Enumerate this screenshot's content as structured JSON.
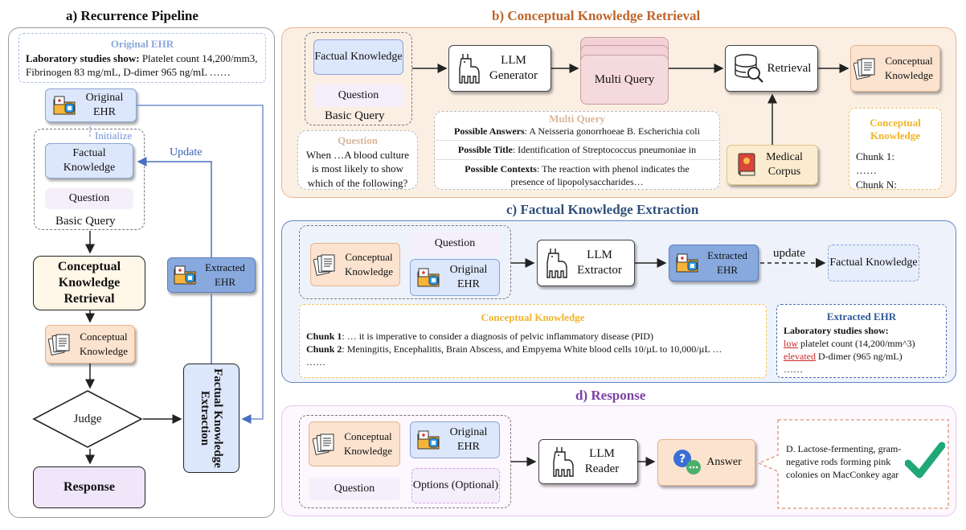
{
  "panel_a": {
    "title": "a) Recurrence Pipeline",
    "original_ehr_note_title": "Original EHR",
    "ehr_note_bold": "Laboratory studies show:",
    "ehr_note_line1": " Platelet count 14,200/mm3,",
    "ehr_note_line2": "Fibrinogen 83 mg/mL, D-dimer 965 ng/mL  ……",
    "original_ehr": "Original EHR",
    "initialize": "Initialize",
    "update": "Update",
    "factual_knowledge": "Factual Knowledge",
    "question": "Question",
    "basic_query": "Basic Query",
    "extracted_ehr": "Extracted EHR",
    "conceptual_knowledge_retrieval": "Conceptual Knowledge Retrieval",
    "conceptual_knowledge": "Conceptual Knowledge",
    "judge": "Judge",
    "factual_knowledge_extraction": "Factual Knowledge Extraction",
    "response": "Response"
  },
  "panel_b": {
    "title": "b) Conceptual Knowledge Retrieval",
    "factual_knowledge": "Factual Knowledge",
    "question": "Question",
    "basic_query": "Basic Query",
    "llm_generator": "LLM Generator",
    "multi_query": "Multi Query",
    "retrieval": "Retrieval",
    "conceptual_knowledge": "Conceptual Knowledge",
    "medical_corpus": "Medical Corpus",
    "question_note_title": "Question",
    "question_note_text": "When …A blood culture is most likely to show which of the following?",
    "mq_note_title": "Multi Query",
    "mq_answers_label": "Possible Answers",
    "mq_answers_text": ": A Neisseria gonorrhoeae B. Escherichia coli",
    "mq_title_label": "Possible Title",
    "mq_title_text": ": Identification of Streptococcus pneumoniae in",
    "mq_context_label": "Possible Contexts",
    "mq_context_text": ": The reaction with phenol indicates the presence of lipopolysaccharides…",
    "ck_note_title": "Conceptual Knowledge",
    "ck_note_chunk1": "Chunk 1:",
    "ck_note_dots": "……",
    "ck_note_chunkn": "Chunk N:"
  },
  "panel_c": {
    "title": "c) Factual Knowledge Extraction",
    "conceptual_knowledge": "Conceptual Knowledge",
    "question": "Question",
    "original_ehr": "Original EHR",
    "llm_extractor": "LLM Extractor",
    "extracted_ehr": "Extracted EHR",
    "update": "update",
    "factual_knowledge": "Factual Knowledge",
    "ck_note_title": "Conceptual Knowledge",
    "chunk1_label": "Chunk 1",
    "chunk1_text": ": … it is imperative to consider a diagnosis of pelvic inflammatory disease (PID)",
    "chunk2_label": "Chunk 2",
    "chunk2_text": ": Meningitis, Encephalitis, Brain Abscess, and Empyema White blood cells 10/µL to 10,000/µL …",
    "ck_note_dots": "……",
    "ehr_note_title": "Extracted EHR",
    "ehr_note_bold": "Laboratory studies show:",
    "ehr_low": "low",
    "ehr_low_text": " platelet count (14,200/mm^3)",
    "ehr_elevated": "elevated",
    "ehr_elevated_text": " D-dimer (965 ng/mL)",
    "ehr_dots": "……"
  },
  "panel_d": {
    "title": "d) Response",
    "conceptual_knowledge": "Conceptual Knowledge",
    "original_ehr": "Original EHR",
    "question": "Question",
    "options": "Options (Optional)",
    "llm_reader": "LLM Reader",
    "answer": "Answer",
    "answer_text": "D. Lactose-fermenting, gram-negative rods forming pink colonies on MacConkey agar"
  },
  "colors": {
    "title_a": "#111111",
    "title_b": "#c0642a",
    "title_c": "#2f4f7a",
    "title_d": "#7b3fa6",
    "panel_b_bg": "#fbefe4",
    "panel_c_bg": "#eef3fb",
    "panel_d_bg": "#fdf7fe",
    "checkmark": "#1fa776"
  }
}
